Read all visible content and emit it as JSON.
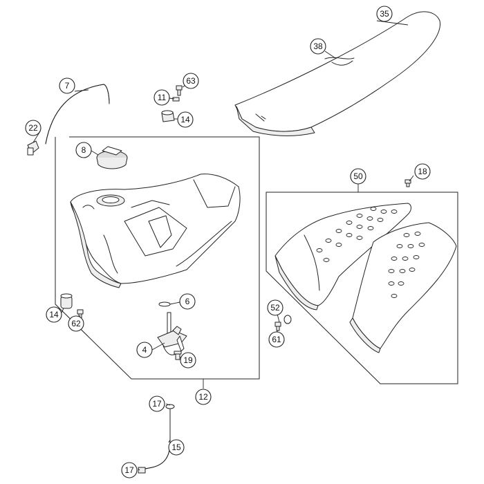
{
  "callouts": {
    "c35": "35",
    "c38": "38",
    "c7": "7",
    "c63": "63",
    "c11": "11",
    "c14a": "14",
    "c22": "22",
    "c8": "8",
    "c50": "50",
    "c18": "18",
    "c6": "6",
    "c14b": "14",
    "c62": "62",
    "c4": "4",
    "c19": "19",
    "c52": "52",
    "c61": "61",
    "c12": "12",
    "c17a": "17",
    "c15": "15",
    "c17b": "17"
  }
}
